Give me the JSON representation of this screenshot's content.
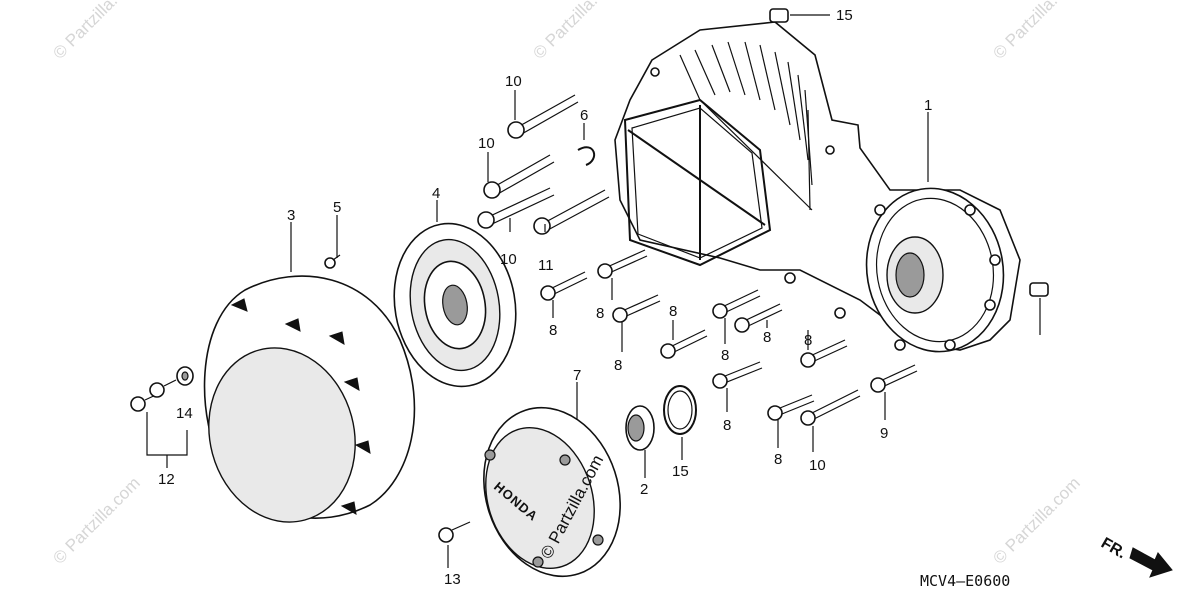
{
  "callouts": [
    "1",
    "2",
    "3",
    "4",
    "5",
    "6",
    "7",
    "8",
    "9",
    "10",
    "11",
    "12",
    "13",
    "14",
    "15"
  ],
  "diagram_code": "MCV4—E0600",
  "direction_label": "FR.",
  "cover_brand": "HONDA",
  "watermark_text": "© Partzilla.com",
  "center_watermark": "© Partzilla.com",
  "colors": {
    "line": "#111111",
    "watermark": "#d6d6d6",
    "background": "#ffffff"
  },
  "labels": [
    {
      "id": "c1",
      "text": "1"
    },
    {
      "id": "c2",
      "text": "2"
    },
    {
      "id": "c3",
      "text": "3"
    },
    {
      "id": "c4",
      "text": "4"
    },
    {
      "id": "c5",
      "text": "5"
    },
    {
      "id": "c6",
      "text": "6"
    },
    {
      "id": "c7",
      "text": "7"
    },
    {
      "id": "c8a",
      "text": "8"
    },
    {
      "id": "c8b",
      "text": "8"
    },
    {
      "id": "c8c",
      "text": "8"
    },
    {
      "id": "c8d",
      "text": "8"
    },
    {
      "id": "c8e",
      "text": "8"
    },
    {
      "id": "c8f",
      "text": "8"
    },
    {
      "id": "c8g",
      "text": "8"
    },
    {
      "id": "c8h",
      "text": "8"
    },
    {
      "id": "c8i",
      "text": "8"
    },
    {
      "id": "c9",
      "text": "9"
    },
    {
      "id": "c10a",
      "text": "10"
    },
    {
      "id": "c10b",
      "text": "10"
    },
    {
      "id": "c10c",
      "text": "10"
    },
    {
      "id": "c10d",
      "text": "10"
    },
    {
      "id": "c11",
      "text": "11"
    },
    {
      "id": "c12",
      "text": "12"
    },
    {
      "id": "c13",
      "text": "13"
    },
    {
      "id": "c14",
      "text": "14"
    },
    {
      "id": "c15a",
      "text": "15"
    },
    {
      "id": "c15b",
      "text": "15"
    }
  ]
}
